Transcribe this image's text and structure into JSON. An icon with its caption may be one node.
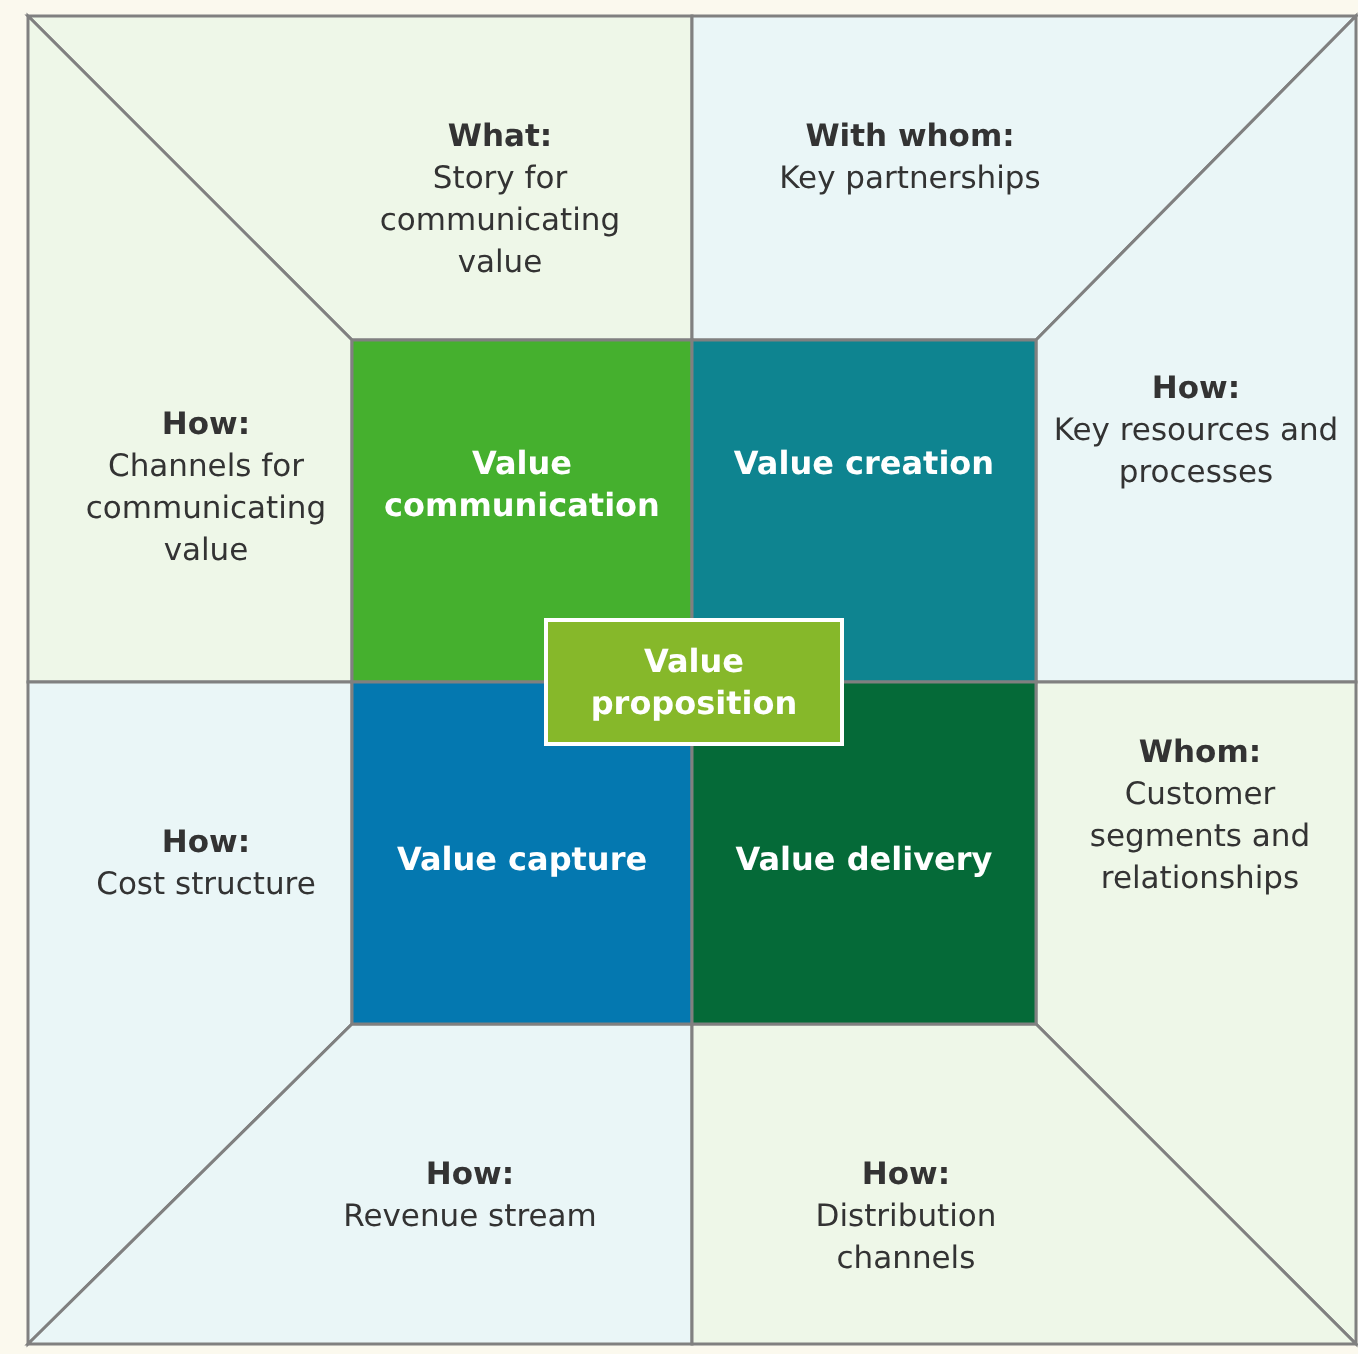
{
  "diagram": {
    "nodes": [
      {
        "text": [
          "What:",
          "Story for communicating value"
        ]
      },
      {
        "text": [
          "With whom:",
          "Key partnerships"
        ]
      },
      {
        "text": [
          "How:",
          "Channels for communicating value"
        ]
      },
      {
        "text": [
          "How:",
          "Key resources and processes"
        ]
      },
      {
        "text": [
          "Value communication"
        ]
      },
      {
        "text": [
          "Value creation"
        ]
      },
      {
        "text": [
          "Value proposition"
        ]
      },
      {
        "text": [
          "Value capture"
        ]
      },
      {
        "text": [
          "Value delivery"
        ]
      },
      {
        "text": [
          "How:",
          "Cost structure"
        ]
      },
      {
        "text": [
          "Whom:",
          "Customer segments and relationships"
        ]
      },
      {
        "text": [
          "How:",
          "Revenue stream"
        ]
      },
      {
        "text": [
          "How:",
          "Distribution channels"
        ]
      }
    ]
  }
}
